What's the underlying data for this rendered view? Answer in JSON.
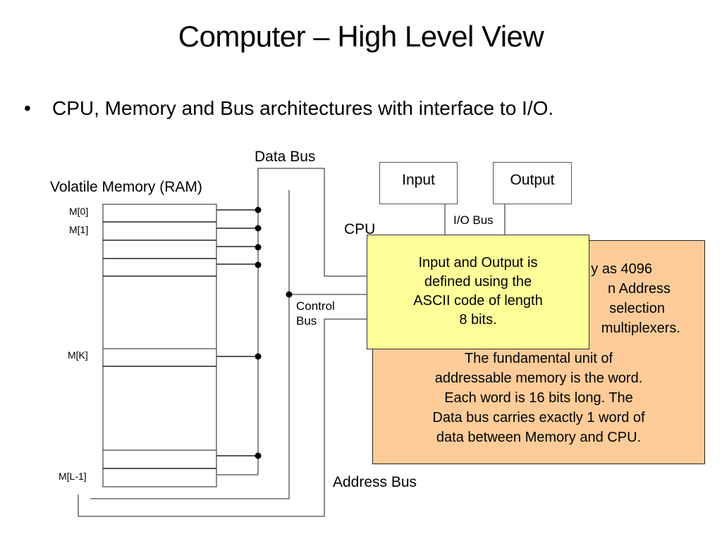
{
  "slide": {
    "title": "Computer – High Level View",
    "bullet_symbol": "•",
    "bullet_text": "CPU, Memory and Bus architectures with interface to I/O."
  },
  "diagram": {
    "memory_label": "Volatile Memory (RAM)",
    "memory_rows": [
      "M[0]",
      "M[1]",
      "M[K]",
      "M[L-1]"
    ],
    "data_bus_label": "Data Bus",
    "control_bus_label_line1": "Control",
    "control_bus_label_line2": "Bus",
    "address_bus_label": "Address Bus",
    "cpu_label": "CPU",
    "io_bus_label": "I/O Bus",
    "input_label": "Input",
    "output_label": "Output"
  },
  "notes": {
    "orange": {
      "color": "#ffcc99",
      "paragraph1_lines": [
        "…y as 4096",
        "…n Address",
        "… selection",
        "…multiplexers."
      ],
      "paragraph1_visible": "y as 4096 n Address selection multiplexers.",
      "paragraph2_lines": [
        "The fundamental unit of",
        "addressable memory is the word.",
        "Each word is 16 bits long.  The",
        "Data bus carries exactly 1 word of",
        "data between Memory and CPU."
      ]
    },
    "yellow": {
      "color": "#ffff99",
      "lines": [
        "Input and Output is",
        "defined using the",
        "ASCII code of length",
        "8 bits."
      ]
    }
  }
}
